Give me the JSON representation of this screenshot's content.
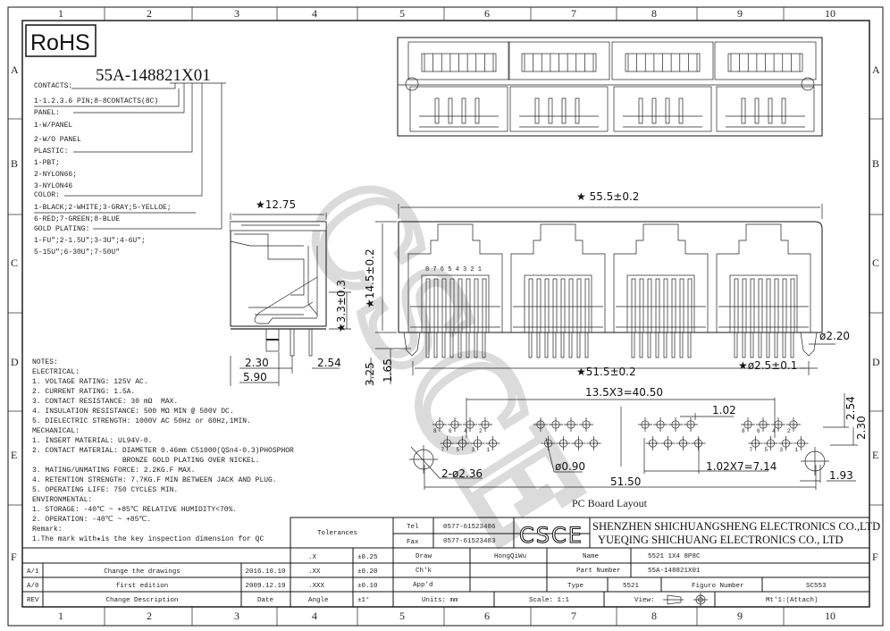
{
  "border": {
    "columns": [
      "1",
      "2",
      "3",
      "4",
      "5",
      "6",
      "7",
      "8",
      "9",
      "10"
    ],
    "rows": [
      "A",
      "B",
      "C",
      "D",
      "E",
      "F"
    ]
  },
  "rohs_label": "RoHS",
  "watermark": "CSCE",
  "part_code": "55A-148821X01",
  "options": [
    "CONTACTS:",
    "1-1.2.3.6 PIN;8-8CONTACTS(8C)",
    "PANEL:",
    "1-W/PANEL",
    "2-W/O PANEL",
    "PLASTIC:",
    "1-PBT;",
    "2-NYLON66;",
    "3-NYLON46",
    "COLOR:",
    "1-BLACK;2-WHITE;3-GRAY;5-YELLOE;",
    "6-RED;7-GREEN;8-BLUE",
    "GOLD PLATING:",
    "1-FU\";2-1.5U\";3-3U\";4-6U\";",
    "5-15U\";6-30U\";7-50U\""
  ],
  "notes": [
    "NOTES:",
    "ELECTRICAL:",
    "1. VOLTAGE RATING: 125V AC.",
    "2. CURRENT RATING: 1.5A.",
    "3. CONTACT RESISTANCE: 30 mΩ  MAX.",
    "4. INSULATION RESISTANCE: 500 MΩ MIN @ 500V DC.",
    "5. DIELECTRIC STRENGTH: 1000V AC 50Hz or 60Hz,1MIN.",
    "MECHANICAL:",
    "1. INSERT MATERIAL: UL94V-0.",
    "2. CONTACT MATERIAL: DIAMETER 0.46mm C51000(QSn4-0.3)PHOSPHOR",
    "                     BRONZE GOLD PLATING OVER NICKEL.",
    "3. MATING/UNMATING FORCE: 2.2KG.F MAX.",
    "4. RETENTION STRENGTH: 7.7KG.F MIN BETWEEN JACK AND PLUG.",
    "5. OPERATING LIFE: 750 CYCLES MIN.",
    "ENVIRONMENTAL:",
    "1. STORAGE: -40℃ ~ +85℃ RELATIVE HUMIDITY<70%.",
    "2. OPERATION: -40℃ ~ +85℃.",
    "Remark:",
    "1.The mark with★is the key inspection dimension for QC"
  ],
  "side_view": {
    "width": "★12.75",
    "height": "★3.3±0.3",
    "d1": "2.30",
    "d2": "2.54",
    "d3": "5.90"
  },
  "front_view": {
    "width": "★ 55.5±0.2",
    "height": "★14.5±0.2",
    "pin_pitch": "★51.5±0.2",
    "peg_dia": "ø2.20",
    "hole_dia": "★ø2.5±0.1",
    "pin_len_a": "3.25",
    "pin_len_b": "1.65",
    "pin_numbers": "8 7 6 5 4 3 2 1"
  },
  "pcb": {
    "title": "PC Board Layout",
    "port_pitch": "13.5X3=40.50",
    "pin_pitch": "1.02",
    "row_pitch": "2.54",
    "row_offset": "2.30",
    "pin_span": "1.02X7=7.14",
    "pin_hole": "ø0.90",
    "peg_hole": "2-ø2.36",
    "peg_span": "51.50",
    "edge": "1.93",
    "top_pin_labels": [
      "8",
      "6",
      "4",
      "2"
    ],
    "bottom_pin_labels": [
      "7",
      "5",
      "3",
      "1"
    ]
  },
  "title_block": {
    "tolerances": "Tolerances",
    "tol_rows": [
      {
        "k": ".X",
        "v": "±0.25"
      },
      {
        "k": ".XX",
        "v": "±0.20"
      },
      {
        "k": ".XXX",
        "v": "±0.10"
      },
      {
        "k": "Angle",
        "v": "±1°"
      }
    ],
    "revisions": [
      {
        "rev": "A/1",
        "desc": "Change the drawings",
        "date": "2016.10.10"
      },
      {
        "rev": "A/0",
        "desc": "first edition",
        "date": "2009.12.19"
      }
    ],
    "rev_header": {
      "rev": "REV",
      "desc": "Change Description",
      "date": "Date"
    },
    "tel_label": "Tel",
    "tel": "0577-61523486",
    "fax_label": "Fax",
    "fax": "0577-61523483",
    "logo": "CSCE",
    "company1": "SHENZHEN SHICHUANGSHENG ELECTRONICS CO.,LTD",
    "company2": "YUEQING SHICHUANG ELECTRONICS CO., LTD",
    "draw_label": "Draw",
    "draw": "HongQiWu",
    "chk_label": "Ch'k",
    "appd_label": "App'd",
    "name_label": "Name",
    "name": "5521 1X4 8P8C",
    "part_label": "Part Number",
    "part": "55A-148821X01",
    "type_label": "Type",
    "type": "5521",
    "figure_label": "Figuro Number",
    "figure": "SC553",
    "units": "Units: mm",
    "scale": "Scale: 1:1",
    "view": "View:",
    "material": "Mt'1:(Attach)"
  }
}
